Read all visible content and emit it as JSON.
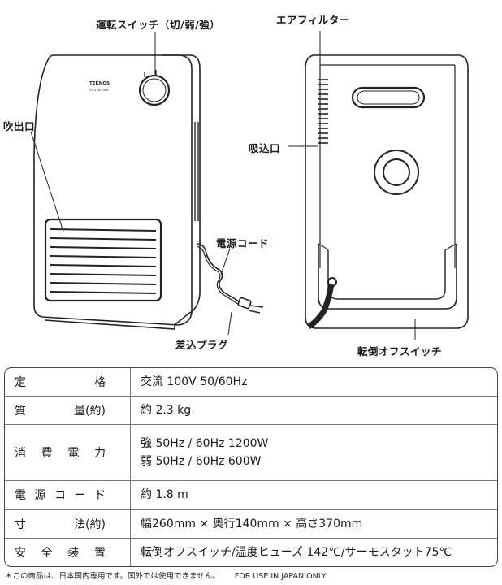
{
  "labels": {
    "switch": "運転スイッチ（切/弱/強）",
    "filter": "エアフィルター",
    "outlet": "吹出口",
    "intake": "吸込口",
    "cord": "電源コード",
    "plug": "差込プラグ",
    "tipover": "転倒オフスイッチ",
    "brand": "TEKNOS",
    "model": "TS-1200 WH"
  },
  "spec": {
    "rows": [
      {
        "key": "定格",
        "values": [
          "交流 100V 50/60Hz"
        ]
      },
      {
        "key": "質量(約)",
        "values": [
          "約 2.3 kg"
        ]
      },
      {
        "key": "消費電力",
        "values": [
          "強 50Hz / 60Hz 1200W",
          "弱 50Hz / 60Hz 600W"
        ]
      },
      {
        "key": "電源コード",
        "values": [
          "約 1.8 m"
        ]
      },
      {
        "key": "寸法(約)",
        "values": [
          "幅260mm × 奥行140mm × 高さ370mm"
        ]
      },
      {
        "key": "安全装置",
        "values": [
          "転倒オフスイッチ/温度ヒューズ 142℃/サーモスタット75℃"
        ]
      }
    ]
  },
  "note": {
    "jp": "＊この商品は、日本国内専用です。国外では使用できません。",
    "en": "FOR USE IN JAPAN ONLY"
  }
}
